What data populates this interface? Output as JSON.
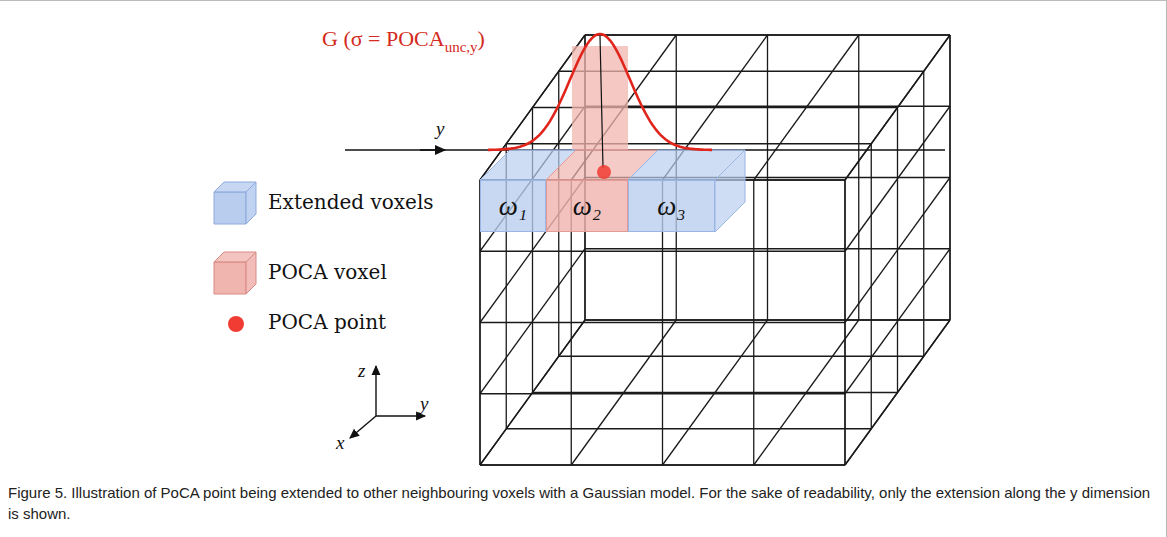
{
  "diagram": {
    "caption": "Figure 5. Illustration of PoCA point being extended to other neighbouring voxels with a Gaussian model. For the sake of readability, only the extension along the y dimension is shown.",
    "nodes": [
      {
        "text": [
          "ω₁"
        ]
      },
      {
        "text": [
          "ω₂"
        ]
      },
      {
        "text": [
          "ω₃"
        ]
      }
    ],
    "labels": [
      "G (σ = POCA",
      "unc,y",
      ")",
      "y",
      "z",
      "y",
      "x"
    ],
    "legend": [
      {
        "text": "Extended voxels",
        "color": "#b9cdef"
      },
      {
        "text": "POCA voxel",
        "color": "#f1b5b0"
      },
      {
        "text": "POCA point",
        "color": "#f03c32"
      }
    ]
  }
}
